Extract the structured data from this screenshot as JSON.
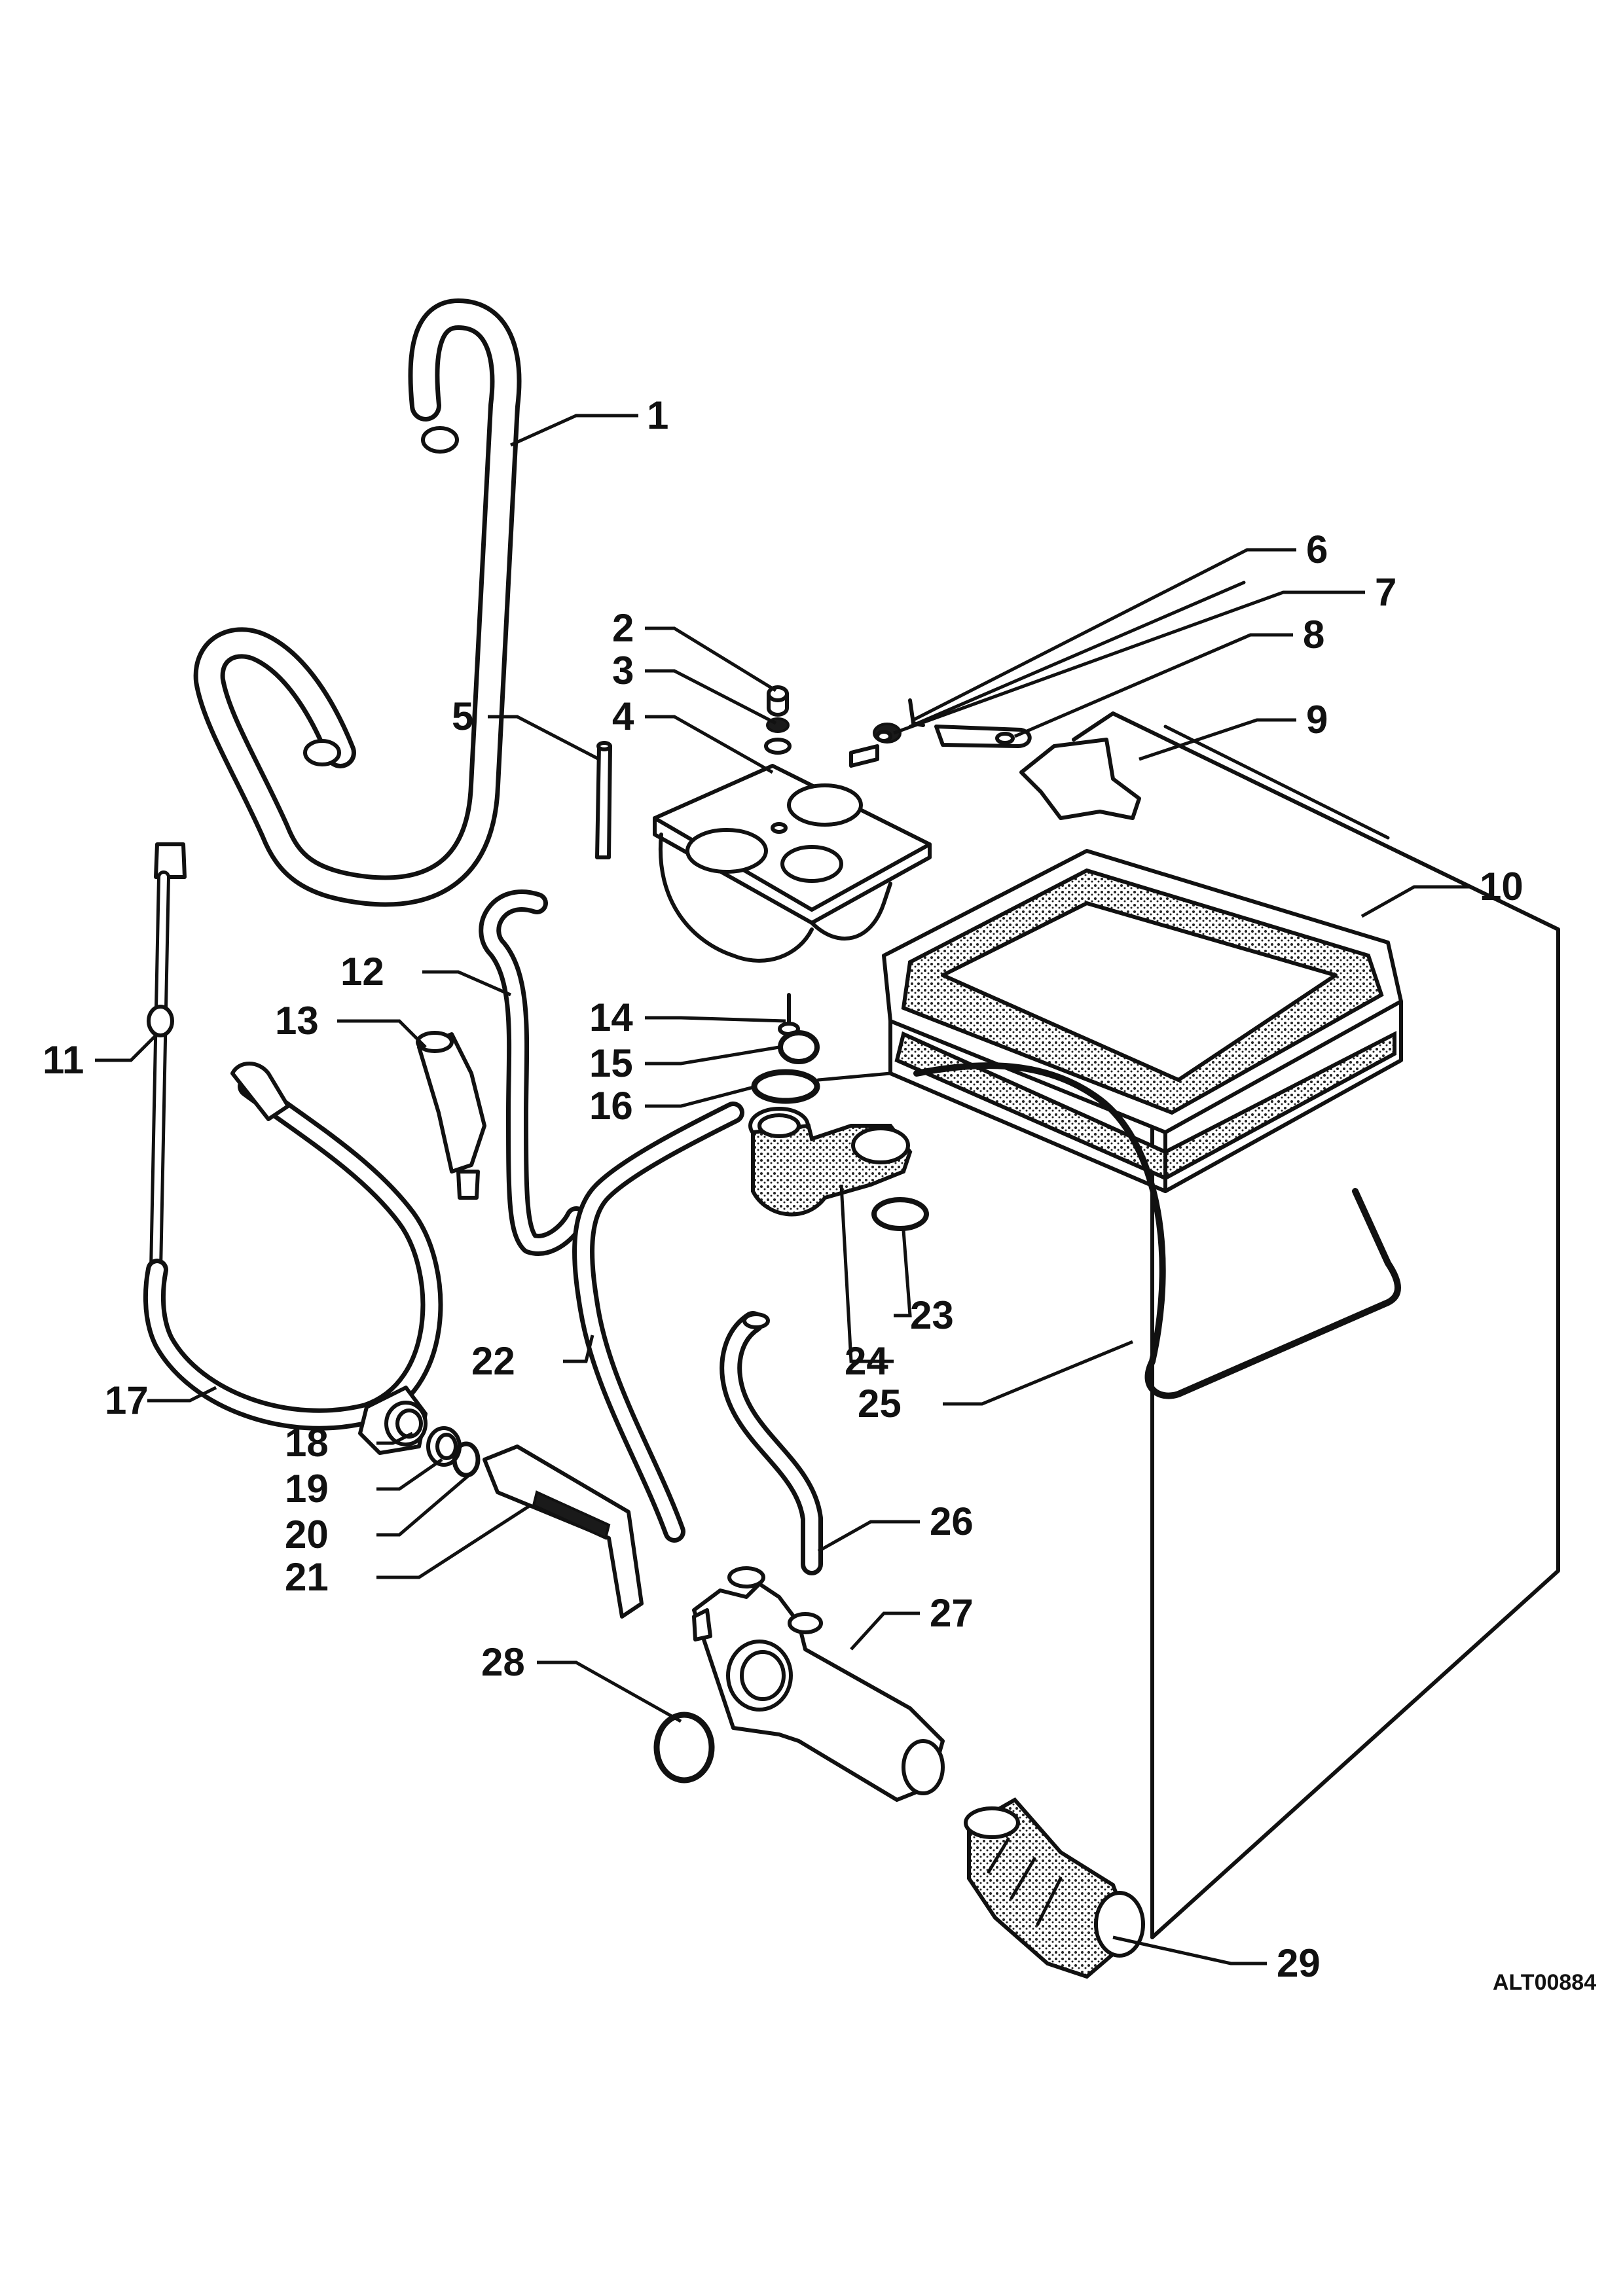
{
  "drawing_ref": "ALT00884",
  "callouts": [
    "1",
    "2",
    "3",
    "4",
    "5",
    "6",
    "7",
    "8",
    "9",
    "10",
    "11",
    "12",
    "13",
    "14",
    "15",
    "16",
    "17",
    "18",
    "19",
    "20",
    "21",
    "22",
    "23",
    "24",
    "25",
    "26",
    "27",
    "28",
    "29"
  ]
}
